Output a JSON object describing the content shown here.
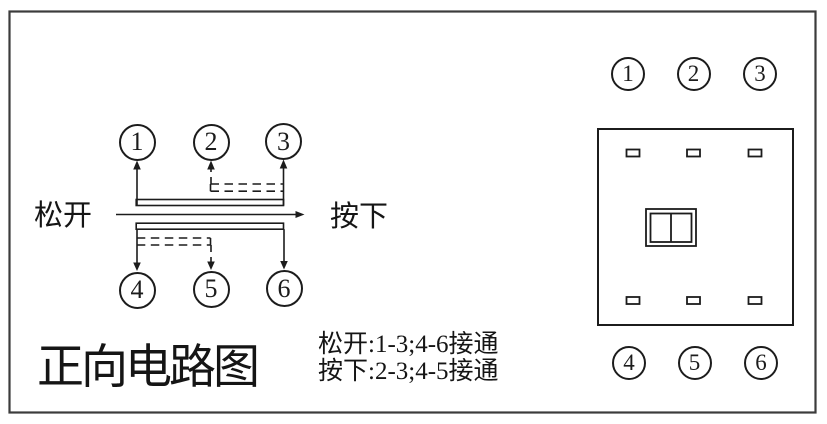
{
  "figure": {
    "title": "正向电路图",
    "release_label": "松开",
    "press_label": "按下",
    "notes": {
      "line1": "松开:1-3;4-6接通",
      "line2": "按下:2-3;4-5接通"
    }
  },
  "schematic": {
    "top_terminals": [
      "1",
      "2",
      "3"
    ],
    "bottom_terminals": [
      "4",
      "5",
      "6"
    ]
  },
  "panel": {
    "top_terminals": [
      "1",
      "2",
      "3"
    ],
    "bottom_terminals": [
      "4",
      "5",
      "6"
    ]
  },
  "colors": {
    "line": "#1c1c1c",
    "frame": "#3c3c3c",
    "background": "#ffffff"
  }
}
